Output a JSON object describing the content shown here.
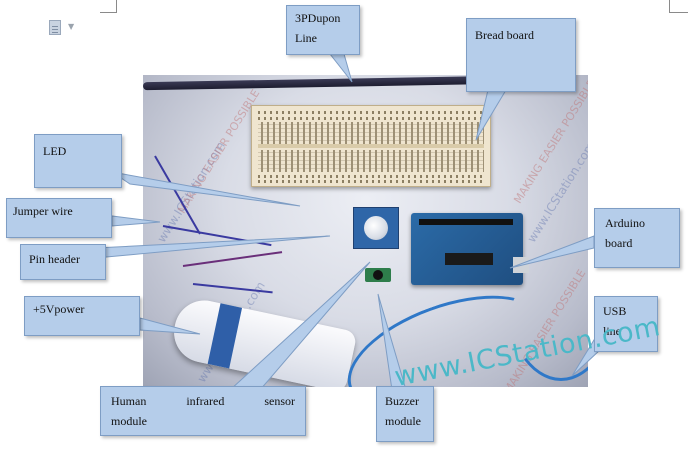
{
  "document": {
    "watermark_caption": "www.ICStation.com",
    "photo_watermarks": [
      "www.ICStation.com",
      "MAKING EASIER POSSIBLE"
    ]
  },
  "labels": {
    "dupont_line": [
      "3PDupon",
      "Line"
    ],
    "bread_board": "Bread board",
    "led": "LED",
    "jumper_wire": "Jumper wire",
    "pin_header": "Pin header",
    "arduino_board": [
      "Arduino",
      "board"
    ],
    "power": "+5Vpower",
    "usb_line": [
      "USB",
      "line"
    ],
    "pir_sensor": [
      "Human infrared sensor",
      "module"
    ],
    "buzzer": [
      "Buzzer",
      "module"
    ]
  },
  "colors": {
    "callout_fill": "#b5cdea",
    "callout_border": "#7e9dc4",
    "caption": "#4bb8c8"
  }
}
